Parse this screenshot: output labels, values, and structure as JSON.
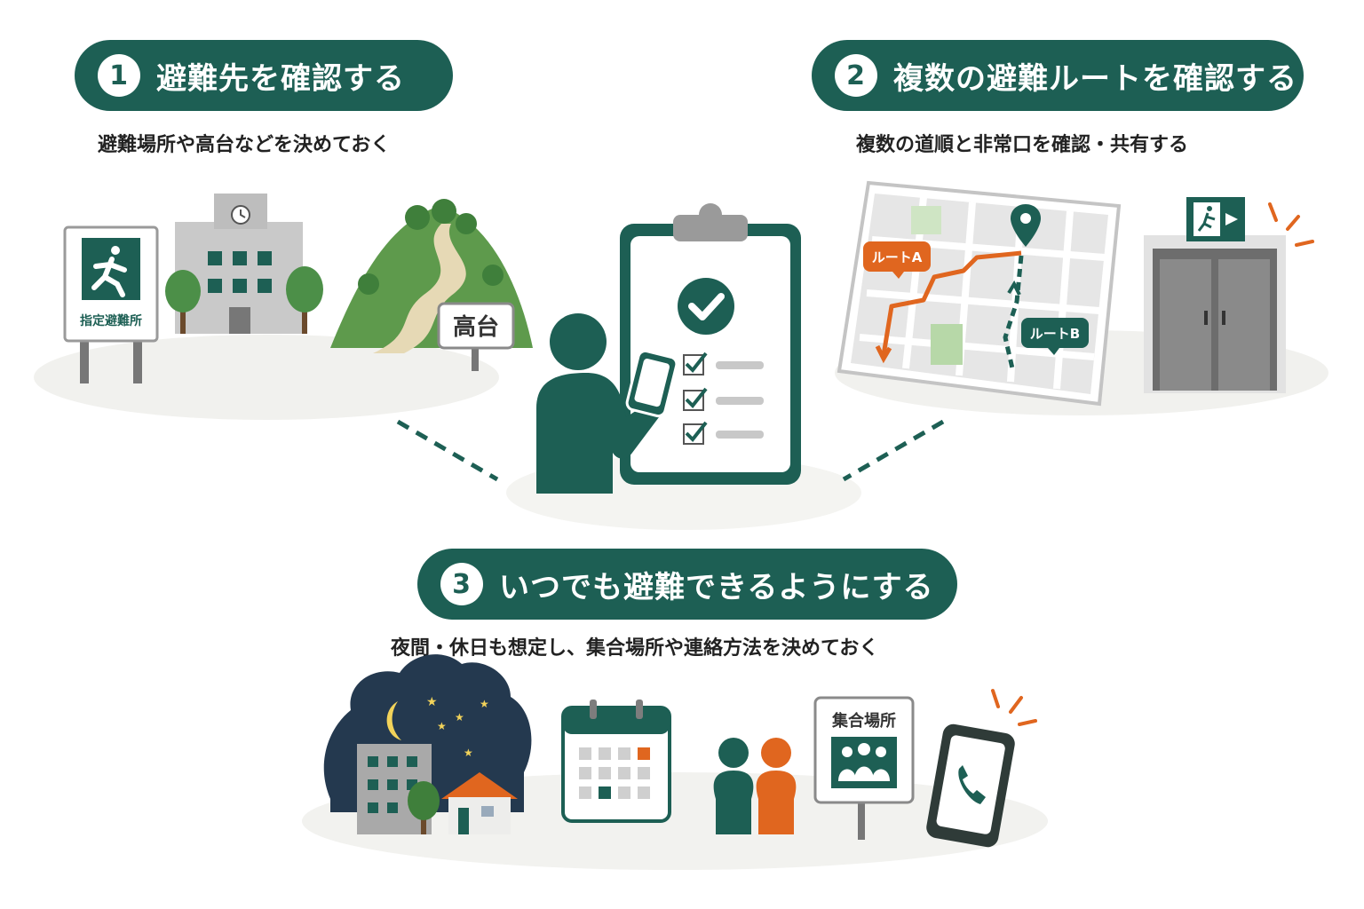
{
  "steps": [
    {
      "number": "1",
      "title": "避難先を確認する",
      "subtitle": "避難場所や高台などを決めておく"
    },
    {
      "number": "2",
      "title": "複数の避難ルートを確認する",
      "subtitle": "複数の道順と非常口を確認・共有する"
    },
    {
      "number": "3",
      "title": "いつでも避難できるようにする",
      "subtitle": "夜間・休日も想定し、集合場所や連絡方法を決めておく"
    }
  ],
  "labels": {
    "shelter_sign": "指定避難所",
    "high_ground_sign": "高台",
    "route_a": "ルートA",
    "route_b": "ルートB",
    "assembly_sign": "集合場所"
  },
  "colors": {
    "primary": "#1d5f54",
    "accent": "#e0661f",
    "hill_green": "#5e9a4c",
    "night_sky": "#24394f"
  }
}
